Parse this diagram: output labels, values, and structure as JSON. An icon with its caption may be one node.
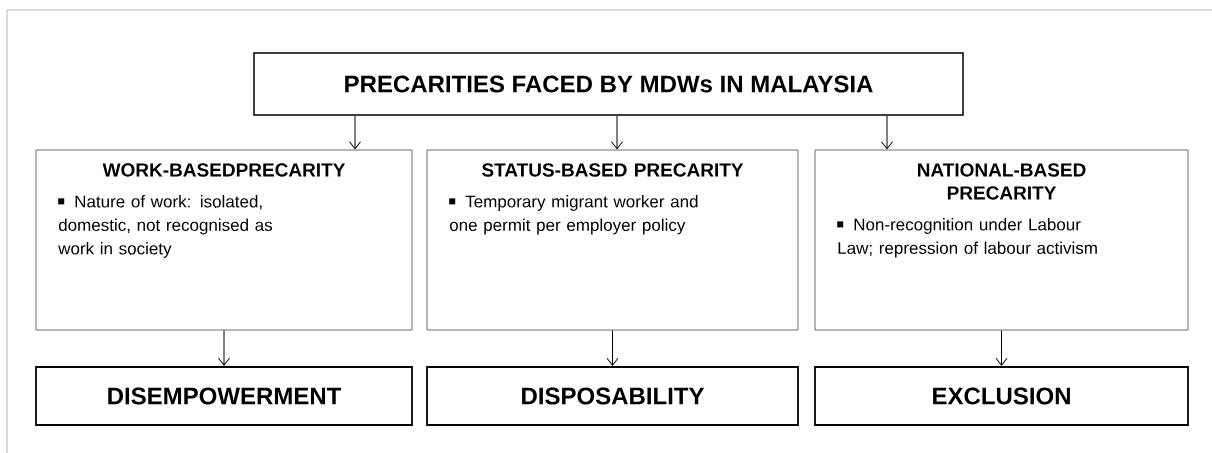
{
  "diagram": {
    "nodes": [
      {
        "text": [
          "PRECARITIES FACED BY MDWs IN MALAYSIA"
        ]
      },
      {
        "text": [
          "WORK-BASEDPRECARITY",
          "Nature of work: isolated, domestic, not recognised as work in society"
        ]
      },
      {
        "text": [
          "STATUS-BASED PRECARITY",
          "Temporary migrant worker and one permit per employer policy"
        ]
      },
      {
        "text": [
          "NATIONAL-BASED PRECARITY",
          "Non-recognition under Labour Law; repression of labour activism"
        ]
      },
      {
        "text": [
          "DISEMPOWERMENT"
        ]
      },
      {
        "text": [
          "DISPOSABILITY"
        ]
      },
      {
        "text": [
          "EXCLUSION"
        ]
      }
    ],
    "edges": [
      {
        "from": 0,
        "to": 1,
        "arrow": "to"
      },
      {
        "from": 0,
        "to": 2,
        "arrow": "to"
      },
      {
        "from": 0,
        "to": 3,
        "arrow": "to"
      },
      {
        "from": 1,
        "to": 4,
        "arrow": "to"
      },
      {
        "from": 2,
        "to": 5,
        "arrow": "to"
      },
      {
        "from": 3,
        "to": 6,
        "arrow": "to"
      }
    ]
  }
}
